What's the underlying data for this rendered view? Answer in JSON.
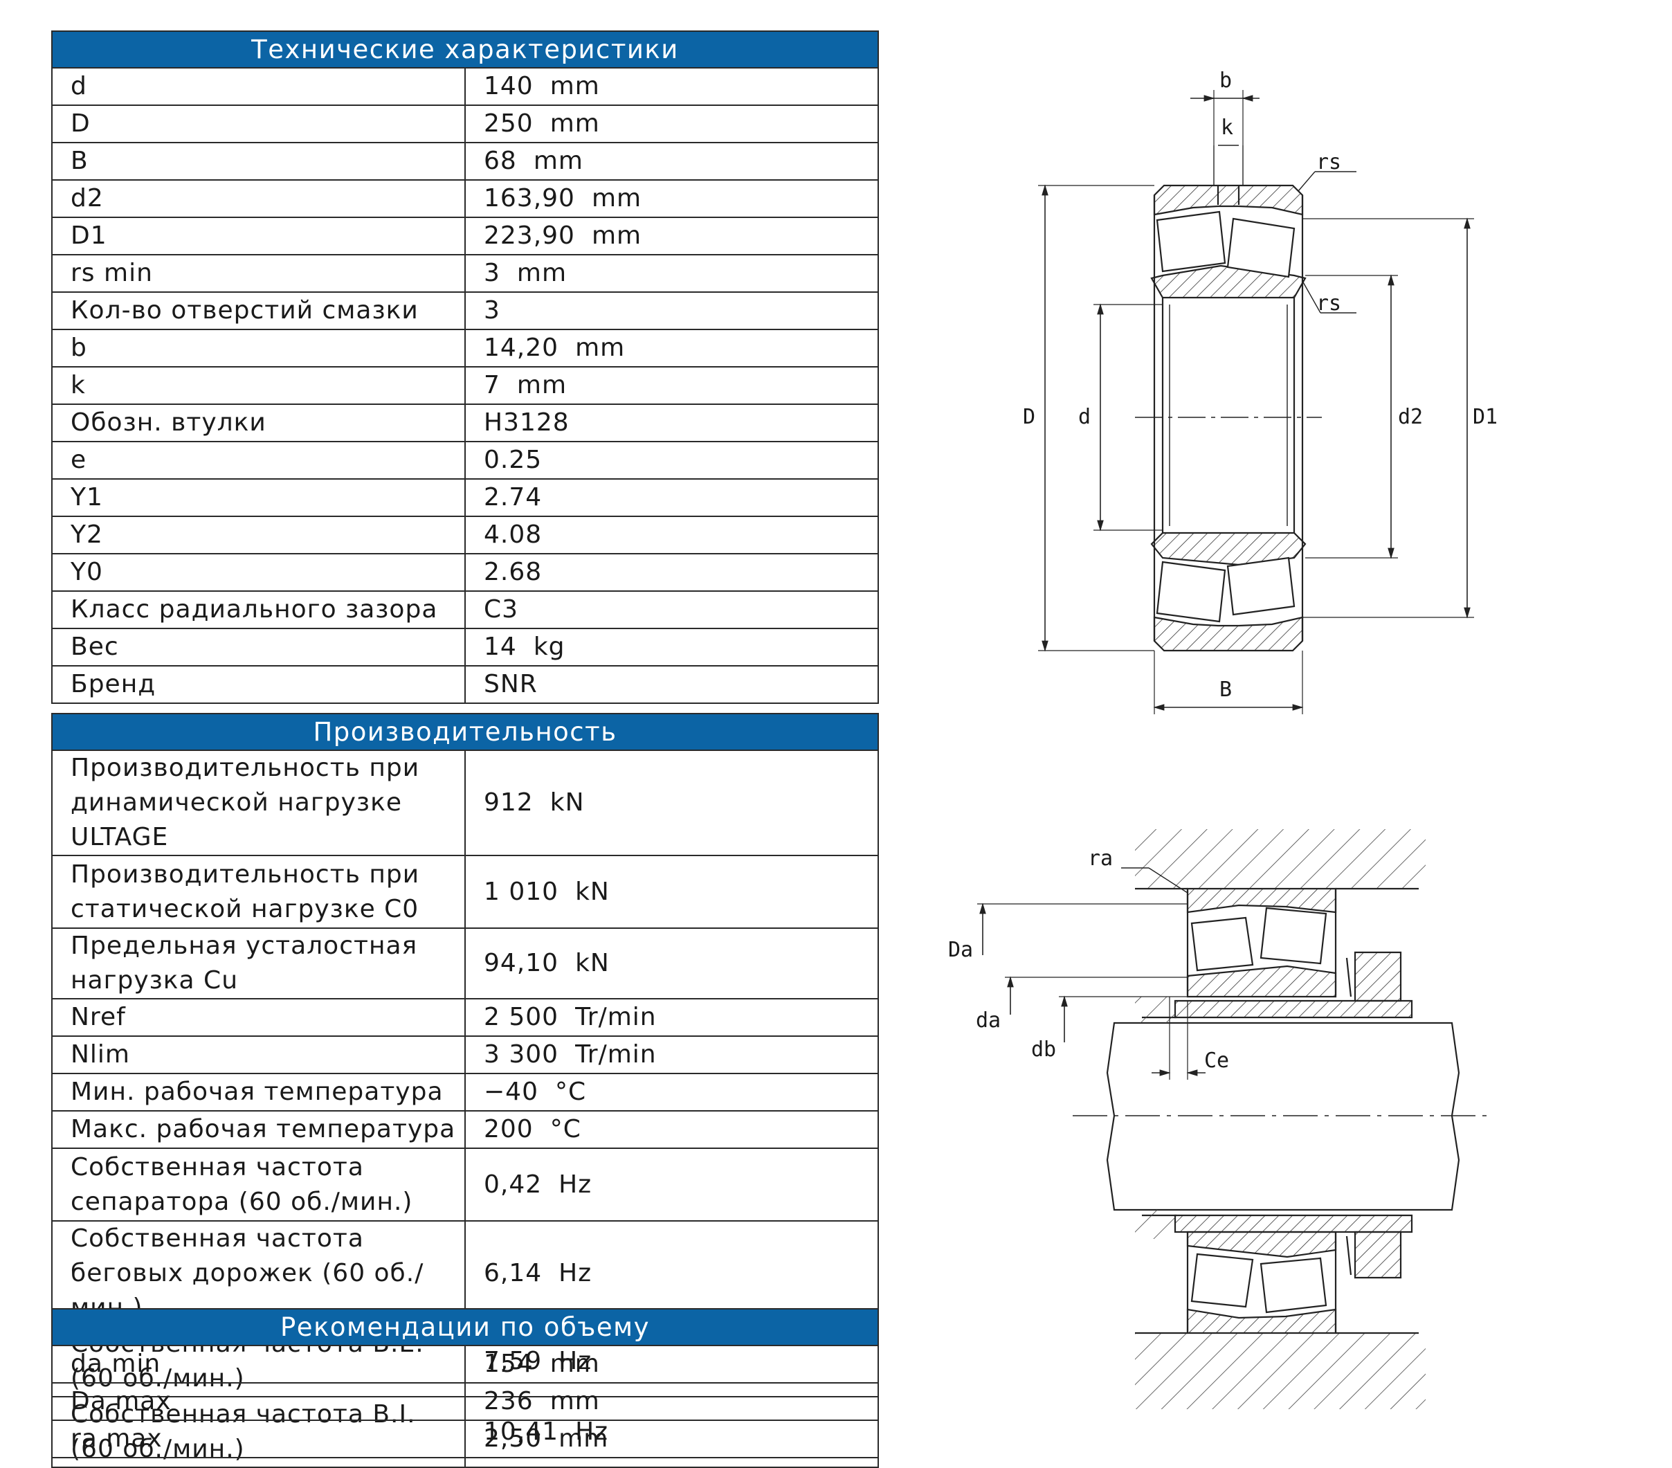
{
  "sections": [
    {
      "title": "Технические характеристики",
      "rows": [
        {
          "label": "d",
          "value": "140",
          "unit": "mm"
        },
        {
          "label": "D",
          "value": "250",
          "unit": "mm"
        },
        {
          "label": "B",
          "value": "68",
          "unit": "mm"
        },
        {
          "label": "d2",
          "value": "163,90",
          "unit": "mm"
        },
        {
          "label": "D1",
          "value": "223,90",
          "unit": "mm"
        },
        {
          "label": "rs min",
          "value": "3",
          "unit": "mm"
        },
        {
          "label": "Кол-во отверстий смазки",
          "value": "3",
          "unit": ""
        },
        {
          "label": "b",
          "value": "14,20",
          "unit": "mm"
        },
        {
          "label": "k",
          "value": "7",
          "unit": "mm"
        },
        {
          "label": "Обозн. втулки",
          "value": "H3128",
          "unit": ""
        },
        {
          "label": "e",
          "value": "0.25",
          "unit": ""
        },
        {
          "label": "Y1",
          "value": "2.74",
          "unit": ""
        },
        {
          "label": "Y2",
          "value": "4.08",
          "unit": ""
        },
        {
          "label": "Y0",
          "value": "2.68",
          "unit": ""
        },
        {
          "label": "Класс радиального зазора",
          "value": "C3",
          "unit": ""
        },
        {
          "label": "Вес",
          "value": "14",
          "unit": "kg"
        },
        {
          "label": "Бренд",
          "value": "SNR",
          "unit": ""
        }
      ]
    },
    {
      "title": "Производительность",
      "rows": [
        {
          "label": "Производительность при динамической нагрузке ULTAGE",
          "value": "912",
          "unit": "kN"
        },
        {
          "label": "Производительность при статической нагрузке C0",
          "value": "1 010",
          "unit": "kN"
        },
        {
          "label": "Предельная усталостная нагрузка Cu",
          "value": "94,10",
          "unit": "kN"
        },
        {
          "label": "Nref",
          "value": "2 500",
          "unit": "Tr/min"
        },
        {
          "label": "Nlim",
          "value": "3 300",
          "unit": "Tr/min"
        },
        {
          "label": "Мин. рабочая температура",
          "value": "−40",
          "unit": "°C"
        },
        {
          "label": "Макс. рабочая температура",
          "value": "200",
          "unit": "°C"
        },
        {
          "label": "Собственная частота сепаратора (60 об./мин.)",
          "value": "0,42",
          "unit": "Hz"
        },
        {
          "label": "Собственная частота беговых дорожек (60 об./мин.)",
          "value": "6,14",
          "unit": "Hz"
        },
        {
          "label": "Собственная частота B.E. (60 об./мин.)",
          "value": "7,59",
          "unit": "Hz"
        },
        {
          "label": "Собственная частота B.I. (60 об./мин.)",
          "value": "10,41",
          "unit": "Hz"
        }
      ]
    },
    {
      "title": "Рекомендации по объему",
      "rows": [
        {
          "label": "da min",
          "value": "154",
          "unit": "mm"
        },
        {
          "label": "Da max",
          "value": "236",
          "unit": "mm"
        },
        {
          "label": "ra max",
          "value": "2,50",
          "unit": "mm"
        }
      ]
    }
  ],
  "drawing_top": {
    "b": "b",
    "k": "k",
    "rs1": "rs",
    "rs2": "rs",
    "D": "D",
    "d": "d",
    "d2": "d2",
    "D1": "D1",
    "B": "B"
  },
  "drawing_bottom": {
    "ra": "ra",
    "Da": "Da",
    "da": "da",
    "db": "db",
    "Ce": "Ce"
  },
  "colors": {
    "header_bg": "#0c64a5",
    "header_text": "#ffffff",
    "border": "#2a2a2a"
  }
}
